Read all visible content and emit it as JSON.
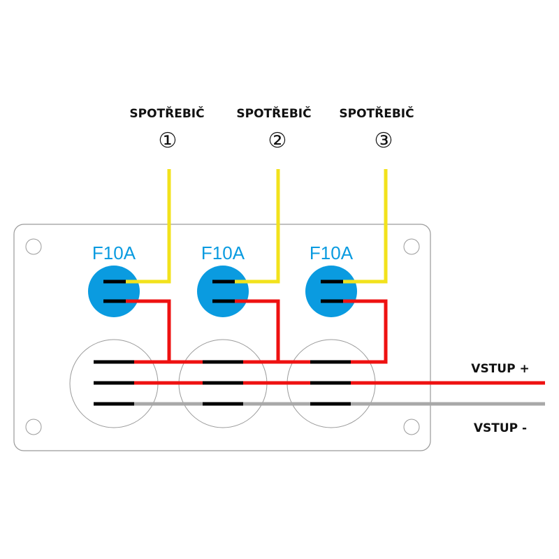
{
  "consumers": [
    {
      "label": "SPOTŘEBIČ",
      "number": "①"
    },
    {
      "label": "SPOTŘEBIČ",
      "number": "②"
    },
    {
      "label": "SPOTŘEBIČ",
      "number": "③"
    }
  ],
  "fuses": [
    "F10A",
    "F10A",
    "F10A"
  ],
  "inputs": {
    "positive": "VSTUP +",
    "negative": "VSTUP -"
  },
  "colors": {
    "fuse": "#0a9be0",
    "positive_wire": "#ee1111",
    "negative_wire": "#a8a8a8",
    "consumer_wire": "#f2e21c",
    "terminal": "#000000",
    "panel_outline": "#9a9a9a"
  }
}
